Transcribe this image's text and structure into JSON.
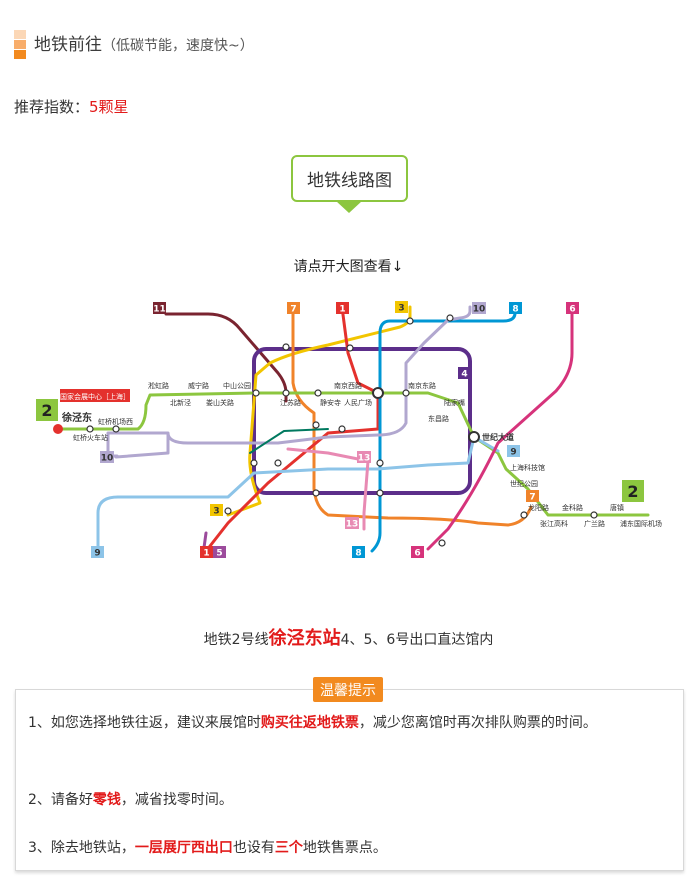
{
  "section_title": {
    "main": "地铁前往",
    "sub": "（低碳节能，速度快~）"
  },
  "rating": {
    "label": "推荐指数：",
    "value": "5颗星"
  },
  "map_header": {
    "bubble_label": "地铁线路图",
    "hint": "请点开大图查看↓"
  },
  "metro_map": {
    "line_labels": [
      "11",
      "7",
      "1",
      "3",
      "10",
      "8",
      "6",
      "4",
      "2",
      "10",
      "9",
      "13",
      "13",
      "3",
      "1",
      "5",
      "8",
      "6",
      "9",
      "7",
      "2"
    ],
    "stations": {
      "xujingdong": "徐泾东",
      "exhibition_center": "国家会展中心［上海］",
      "hongqiao_t2": "虹桥机场西",
      "hongqiao_station": "虹桥火车站",
      "songhong": "淞虹路",
      "weining": "威宁路",
      "zhongshan_park": "中山公园",
      "beixinjing": "北新泾",
      "loushanguan": "娄山关路",
      "jiangsu": "江苏路",
      "nanjing_w": "南京西路",
      "jingan": "静安寺",
      "peoples_square": "人民广场",
      "nanjing_e": "南京东路",
      "lujiazui": "陆家嘴",
      "dongchang": "东昌路",
      "century_ave": "世纪大道",
      "sh_sci": "上海科技馆",
      "century_park": "世纪公园",
      "longyang": "龙阳路",
      "zhangjiang": "张江高科",
      "jinke": "金科路",
      "guanglan": "广兰路",
      "tangzhen": "唐镇",
      "pudong_airport": "浦东国际机场"
    },
    "colors": {
      "line1": "#e4312d",
      "line2": "#8cc63f",
      "line3": "#f2c500",
      "line4": "#5c2e8a",
      "line5": "#9c4b9c",
      "line6": "#d6337b",
      "line7": "#f0832a",
      "line8": "#0097d4",
      "line9": "#8dc4e8",
      "line10": "#b1a7cf",
      "line11": "#7a2430",
      "line12": "#00795f",
      "line13": "#e88ab3"
    }
  },
  "exit_info": {
    "prefix": "地铁2号线",
    "station": "徐泾东站",
    "suffix": "4、5、6号出口直达馆内"
  },
  "notice": {
    "tag": "温馨提示",
    "item1": {
      "a": "1、如您选择地铁往返，建议来展馆时",
      "b": "购买往返地铁票",
      "c": "，减少您离馆时再次排队购票的时间。"
    },
    "item2": {
      "a": "2、请备好",
      "b": "零钱",
      "c": "，减省找零时间。"
    },
    "item3": {
      "a": "3、除去地铁站，",
      "b": "一层展厅西出口",
      "c": "也设有",
      "d": "三个",
      "e": "地铁售票点。"
    }
  }
}
